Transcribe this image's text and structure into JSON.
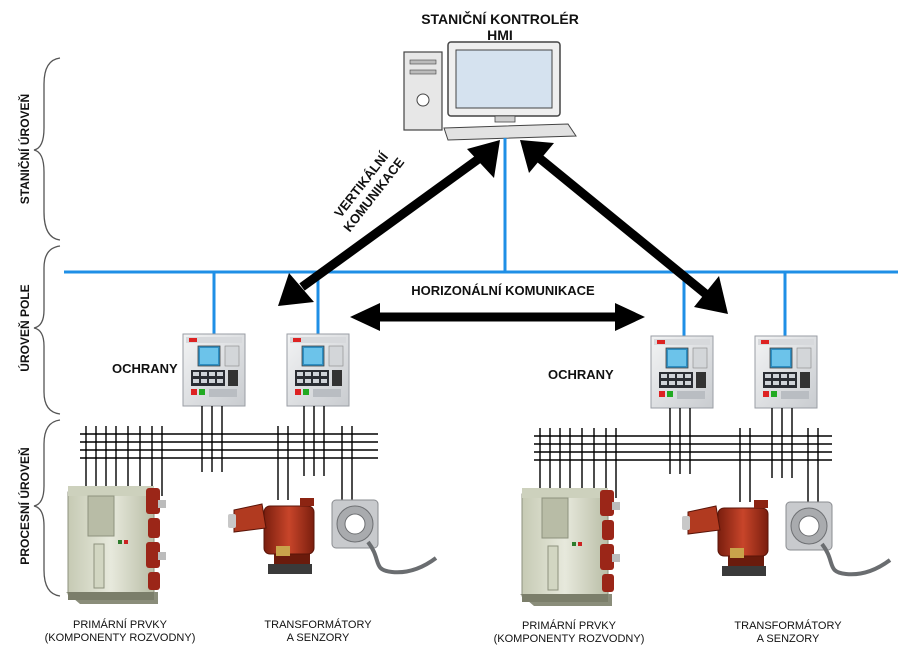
{
  "header": {
    "title_line1": "STANIČNÍ KONTROLÉR",
    "title_line2": "HMI"
  },
  "levels": {
    "station": "STANIČNÍ ÚROVEŇ",
    "bay": "ÚROVEŇ POLE",
    "process": "PROCESNÍ ÚROVEŇ"
  },
  "communication": {
    "vertical_line1": "VERTIKÁLNÍ",
    "vertical_line2": "KOMUNIKACE",
    "horizontal": "HORIZONÁLNÍ KOMUNIKACE"
  },
  "protections": {
    "left": "OCHRANY",
    "right": "OCHRANY"
  },
  "groups": [
    {
      "primary_line1": "PRIMÁRNÍ PRVKY",
      "primary_line2": "(KOMPONENTY ROZVODNY)",
      "trans_line1": "TRANSFORMÁTORY",
      "trans_line2": "A SENZORY"
    },
    {
      "primary_line1": "PRIMÁRNÍ PRVKY",
      "primary_line2": "(KOMPONENTY ROZVODNY)",
      "trans_line1": "TRANSFORMÁTORY",
      "trans_line2": "A SENZORY"
    }
  ],
  "colors": {
    "network": "#1f8fe6",
    "arrow": "#000000",
    "relay_body": "#e4e6e8",
    "relay_screen": "#3aa6d8",
    "transformer": "#b5361c",
    "breaker": "#d9dccb",
    "brace": "#555555"
  },
  "icons": {
    "computer": "computer-icon",
    "relay": "protection-relay-icon",
    "breaker": "circuit-breaker-icon",
    "transformer": "instrument-transformer-icon",
    "sensor": "current-sensor-icon"
  }
}
